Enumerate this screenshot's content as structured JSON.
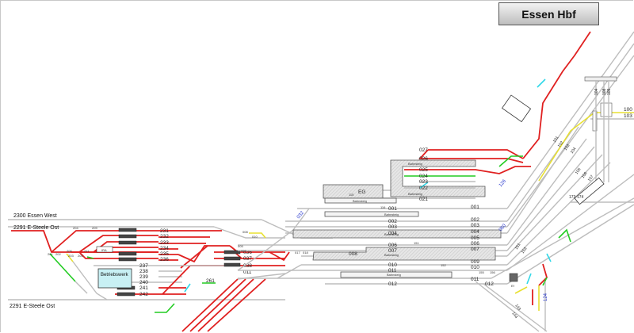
{
  "title": "Essen Hbf",
  "routes": {
    "essen_west": "2300  Essen West",
    "steele_ost_top": "2291  E-Steele Ost",
    "steele_ost_bottom": "2291  E-Steele Ost"
  },
  "buildings": {
    "eg": "EG",
    "betriebswerk": "Betriebswerk",
    "ira": "IRA",
    "ef": "Ef"
  },
  "platform_label": "Bahnsteig",
  "left_tracks": [
    "231",
    "232",
    "233",
    "234",
    "235",
    "236",
    "237",
    "238",
    "239",
    "240",
    "241",
    "242"
  ],
  "main_tracks_left": [
    "001",
    "002",
    "003",
    "004",
    "006",
    "007",
    "008",
    "010",
    "011",
    "012",
    "021",
    "022",
    "023",
    "024",
    "025",
    "026",
    "027"
  ],
  "main_tracks_right": [
    "001",
    "002",
    "003",
    "004",
    "005",
    "006",
    "007",
    "009",
    "010",
    "011",
    "012"
  ],
  "mid_tracks": [
    "036",
    "037",
    "038",
    "011"
  ],
  "right_tracks": [
    "100",
    "103"
  ],
  "diag_labels": [
    "101",
    "102",
    "103",
    "104",
    "105",
    "106",
    "107",
    "108",
    "109",
    "173",
    "174",
    "150",
    "151",
    "153",
    "143",
    "144",
    "190",
    "186",
    "188",
    "124",
    "125",
    "126",
    "129"
  ],
  "switch_labels": [
    "204",
    "209",
    "206",
    "201",
    "202",
    "203",
    "205",
    "211",
    "213",
    "214",
    "215",
    "216",
    "217",
    "218",
    "219",
    "220",
    "221",
    "228",
    "230",
    "231",
    "001",
    "002",
    "003",
    "005",
    "006",
    "007",
    "008",
    "009",
    "010",
    "011",
    "012",
    "013",
    "014",
    "015",
    "016",
    "017",
    "018",
    "019",
    "020",
    "021",
    "022",
    "023",
    "025",
    "026",
    "030",
    "032",
    "033",
    "036",
    "038",
    "096",
    "097",
    "098",
    "099",
    "107",
    "110",
    "115",
    "116",
    "117",
    "141",
    "151",
    "152",
    "154",
    "155",
    "156",
    "157",
    "161",
    "191"
  ],
  "colors": {
    "track": "#bdbdbd",
    "set_route": "#e02020",
    "green_route": "#22cc22",
    "yellow_route": "#e8e030",
    "cyan_route": "#30d8e8",
    "station_box_top": "#f2f2f2",
    "station_box_bottom": "#bdbdbd",
    "betriebswerk_fill": "#c8f0f4"
  }
}
